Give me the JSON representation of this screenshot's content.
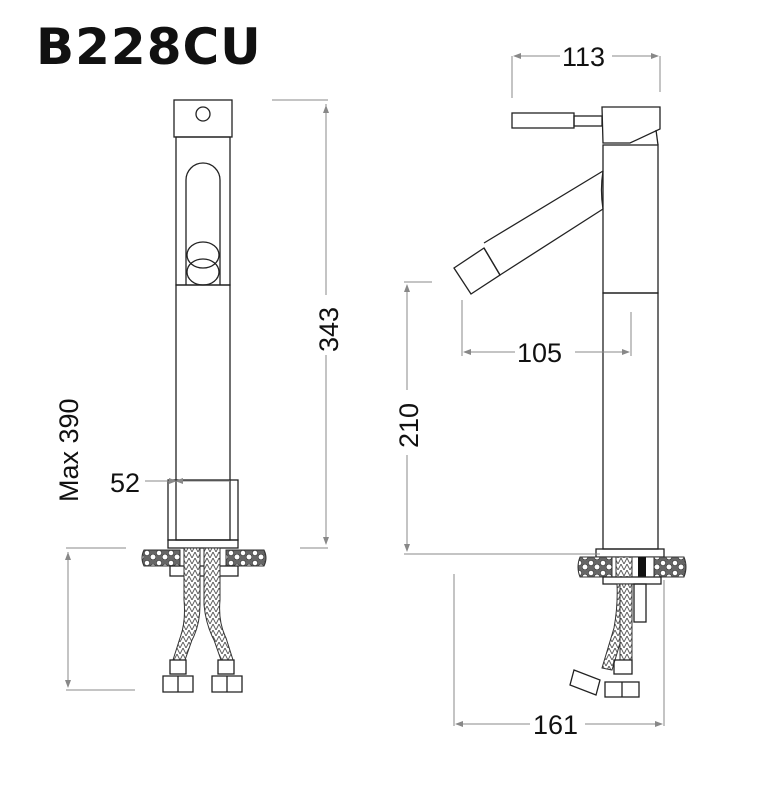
{
  "title": "B228CU",
  "front_view": {
    "dimensions": {
      "height": "343",
      "max_height": "Max 390",
      "base_width": "52"
    }
  },
  "side_view": {
    "dimensions": {
      "handle_reach": "113",
      "spout_reach": "105",
      "spout_height": "210",
      "total_depth": "161"
    }
  }
}
